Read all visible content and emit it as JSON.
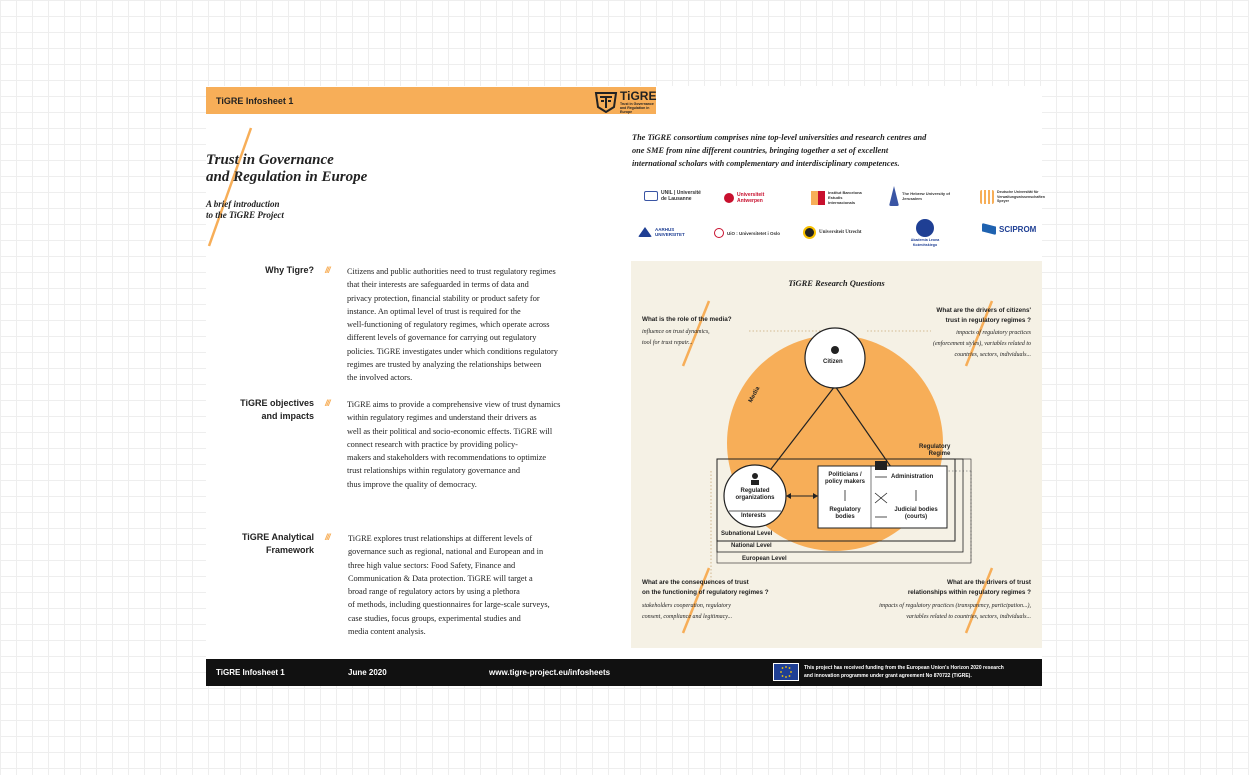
{
  "header": {
    "label": "TiGRE Infosheet 1",
    "logo_name": "TiGRE",
    "logo_tagline": "Trust in Governance and Regulation in Europe"
  },
  "title": [
    "Trust in Governance",
    "and Regulation in Europe"
  ],
  "subtitle": [
    "A brief introduction",
    "to the TiGRE Project"
  ],
  "consortium_text": [
    "The TiGRE consortium comprises nine top-level universities and research centres and",
    "one SME from nine different countries, bringing together a set of excellent",
    "international scholars with complementary and interdisciplinary competences."
  ],
  "partners": [
    "UNIL | Université de Lausanne",
    "Universiteit Antwerpen",
    "Institut Barcelona Estudis Internacionals",
    "The Hebrew University of Jerusalem",
    "Deutsche Universität für Verwaltungswissenschaften Speyer",
    "AARHUS UNIVERSITET",
    "UiO : Universitetet i Oslo",
    "Universiteit Utrecht",
    "Akademia Leona Koźmińskiego",
    "SCIPROM"
  ],
  "sections": [
    {
      "label": [
        "Why Tigre?"
      ],
      "slashes": "///",
      "text": [
        "Citizens and public authorities need to trust regulatory regimes",
        "that their interests are safeguarded in terms of data and",
        "privacy protection, financial stability or product safety for",
        "instance. An optimal level of trust is required for the",
        "well-functioning of regulatory regimes, which operate across",
        "different levels of governance for carrying out regulatory",
        "policies. TiGRE investigates under which conditions regulatory",
        "regimes are trusted by analyzing the relationships between",
        "the involved actors."
      ]
    },
    {
      "label": [
        "TiGRE objectives",
        "and impacts"
      ],
      "slashes": "///",
      "text": [
        "TiGRE aims to provide a comprehensive view of trust dynamics",
        "within regulatory regimes and understand their drivers as",
        "well as their political and socio-economic effects.  TiGRE will",
        "connect research with practice by providing policy-",
        "makers and stakeholders with recommendations to optimize",
        "trust relationships within regulatory governance and",
        "thus improve the quality of democracy."
      ]
    },
    {
      "label": [
        "TiGRE Analytical",
        "Framework"
      ],
      "slashes": "///",
      "text": [
        "TiGRE explores trust relationships at different levels of",
        "governance such as regional, national and European and in",
        "three high value sectors: Food Safety, Finance and",
        "Communication & Data protection.  TiGRE will target a",
        "broad range of regulatory actors by using a plethora",
        "of methods, including questionnaires for large-scale surveys,",
        "case studies, focus groups, experimental studies and",
        "media content analysis."
      ]
    }
  ],
  "diagram": {
    "title": "TiGRE Research Questions",
    "q1": {
      "q": [
        "What is the role of the media?"
      ],
      "a": [
        "influence on trust dynamics,",
        "tool for trust repair..."
      ]
    },
    "q2": {
      "q": [
        "What are the drivers of citizens'",
        "trust in regulatory regimes ?"
      ],
      "a": [
        "impacts of regulatory practices",
        "(enforcement styles), variables related to",
        "countries, sectors, individuals..."
      ]
    },
    "q3": {
      "q": [
        "What are the consequences of trust",
        "on the functioning of regulatory regimes ?"
      ],
      "a": [
        "stakeholders cooperation, regulatory",
        "consent, compliance and legitimacy..."
      ]
    },
    "q4": {
      "q": [
        "What are the drivers of trust",
        "relationships within regulatory regimes ?"
      ],
      "a": [
        "impacts of regulatory practices (transparency, participation...),",
        "variables related to countries, sectors, individuals..."
      ]
    },
    "labels": {
      "media": "Media",
      "citizen": "Citizen",
      "regulatory_regime": [
        "Regulatory",
        "Regime"
      ],
      "regulated_orgs": [
        "Regulated",
        "organizations"
      ],
      "interests": "Interests",
      "politicians": [
        "Politicians /",
        "policy makers"
      ],
      "administration": "Administration",
      "regulatory_bodies": [
        "Regulatory",
        "bodies"
      ],
      "judicial": [
        "Judicial bodies",
        "(courts)"
      ],
      "subnational": "Subnational Level",
      "national": "National Level",
      "european": "European Level"
    },
    "colors": {
      "accent": "#f7ae58",
      "background": "#f5f1e5"
    }
  },
  "footer": {
    "label": "TiGRE Infosheet 1",
    "date": "June 2020",
    "url": "www.tigre-project.eu/infosheets",
    "funding": [
      "This project has received funding from the European Union's Horizon 2020 research",
      "and innovation programme under grant agreement No 870722 (TiGRE)."
    ]
  }
}
